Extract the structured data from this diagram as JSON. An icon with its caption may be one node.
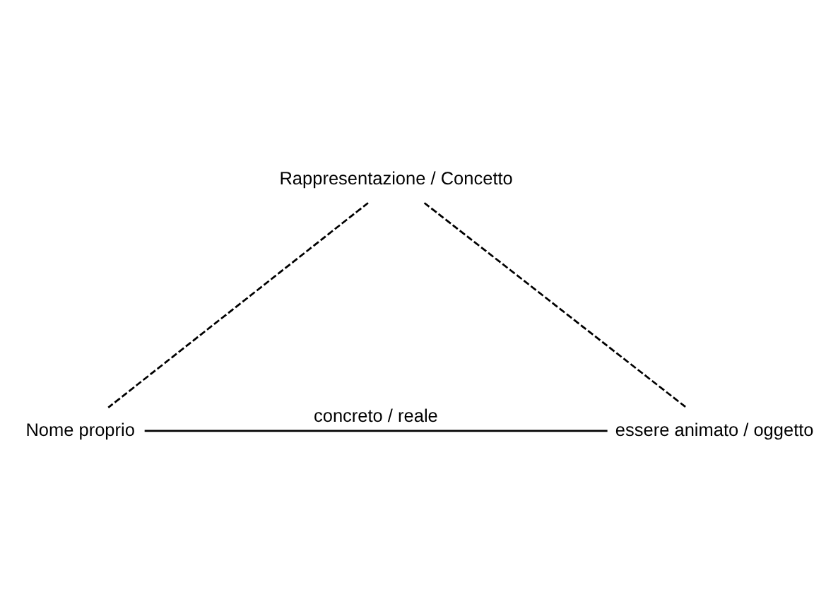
{
  "diagram": {
    "nodes": [
      {
        "text": [
          "Rappresentazione / Concetto"
        ]
      },
      {
        "text": [
          "Nome proprio"
        ]
      },
      {
        "text": [
          "essere animato / oggetto"
        ]
      }
    ],
    "edges": [
      {
        "from": 0,
        "to": 1,
        "arrow": "none",
        "style": "dashed"
      },
      {
        "from": 0,
        "to": 2,
        "arrow": "none",
        "style": "dashed"
      },
      {
        "from": 1,
        "to": 2,
        "arrow": "none",
        "label": "concreto / reale"
      }
    ]
  }
}
